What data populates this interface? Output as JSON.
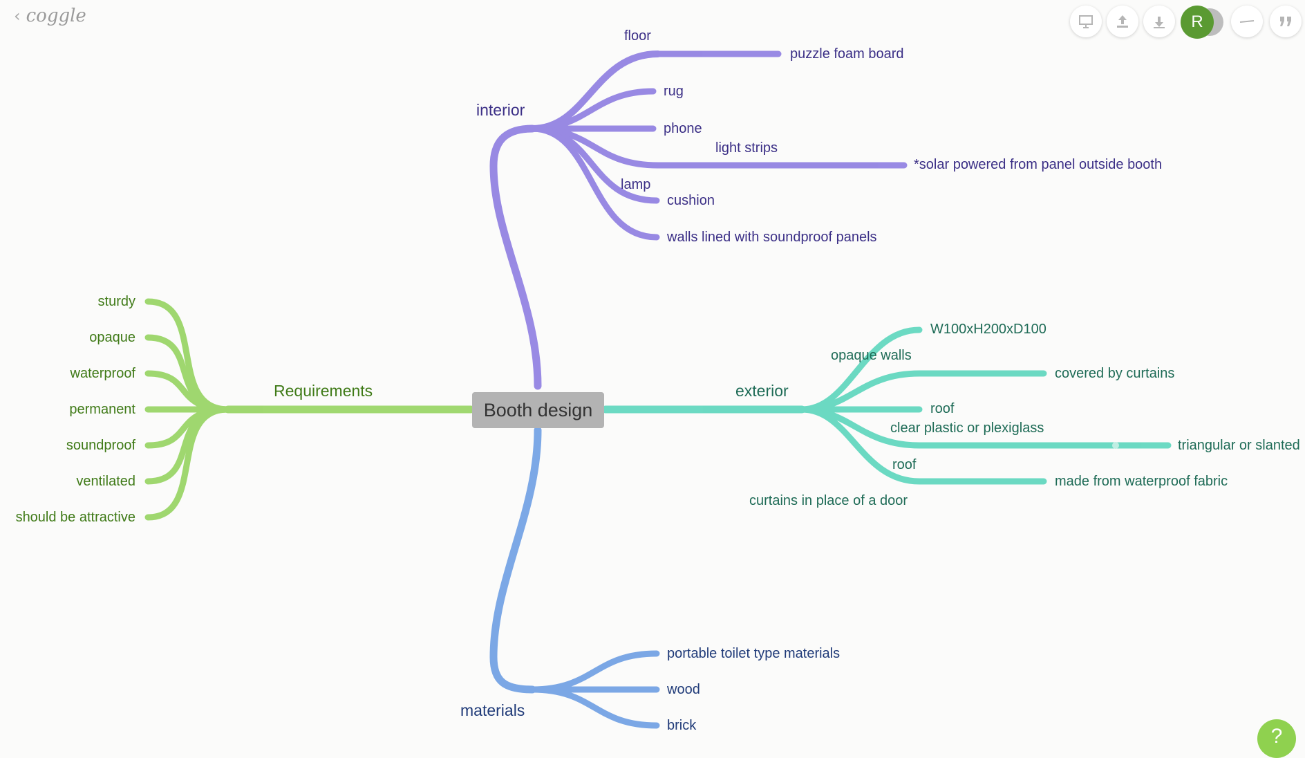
{
  "app": {
    "logo_text": "coggle",
    "back_icon": "chevron-left-icon"
  },
  "toolbar": {
    "buttons": [
      {
        "name": "present",
        "icon": "presentation-icon"
      },
      {
        "name": "share",
        "icon": "upload-icon"
      },
      {
        "name": "download",
        "icon": "download-icon"
      },
      {
        "name": "minimize",
        "icon": "dash-icon"
      },
      {
        "name": "comments",
        "icon": "quote-icon"
      }
    ],
    "avatar_initial": "R"
  },
  "help": {
    "label": "?"
  },
  "mindmap": {
    "central": "Booth design",
    "colors": {
      "purple": "#8b7ae0",
      "teal": "#5cd6bd",
      "green": "#96d461",
      "blue": "#6e9fe3"
    },
    "interior": {
      "label": "interior",
      "floor": "floor",
      "puzzle_foam_board": "puzzle foam board",
      "rug": "rug",
      "phone": "phone",
      "light_strips": "light strips",
      "solar": "*solar powered from panel outside booth",
      "lamp": "lamp",
      "cushion": "cushion",
      "walls": "walls lined with soundproof panels"
    },
    "exterior": {
      "label": "exterior",
      "dimensions": "W100xH200xD100",
      "opaque_walls": "opaque walls",
      "covered_by_curtains": "covered by curtains",
      "roof_1": "roof",
      "clear_plastic": "clear plastic or plexiglass",
      "triangular": "triangular or slanted",
      "roof_2": "roof",
      "waterproof_fabric": "made from waterproof fabric",
      "curtains_door": "curtains in place of a door"
    },
    "requirements": {
      "label": "Requirements",
      "items": [
        "sturdy",
        "opaque",
        "waterproof",
        "permanent",
        "soundproof",
        "ventilated",
        "should be attractive"
      ]
    },
    "materials": {
      "label": "materials",
      "items": [
        "portable toilet type materials",
        "wood",
        "brick"
      ]
    }
  }
}
